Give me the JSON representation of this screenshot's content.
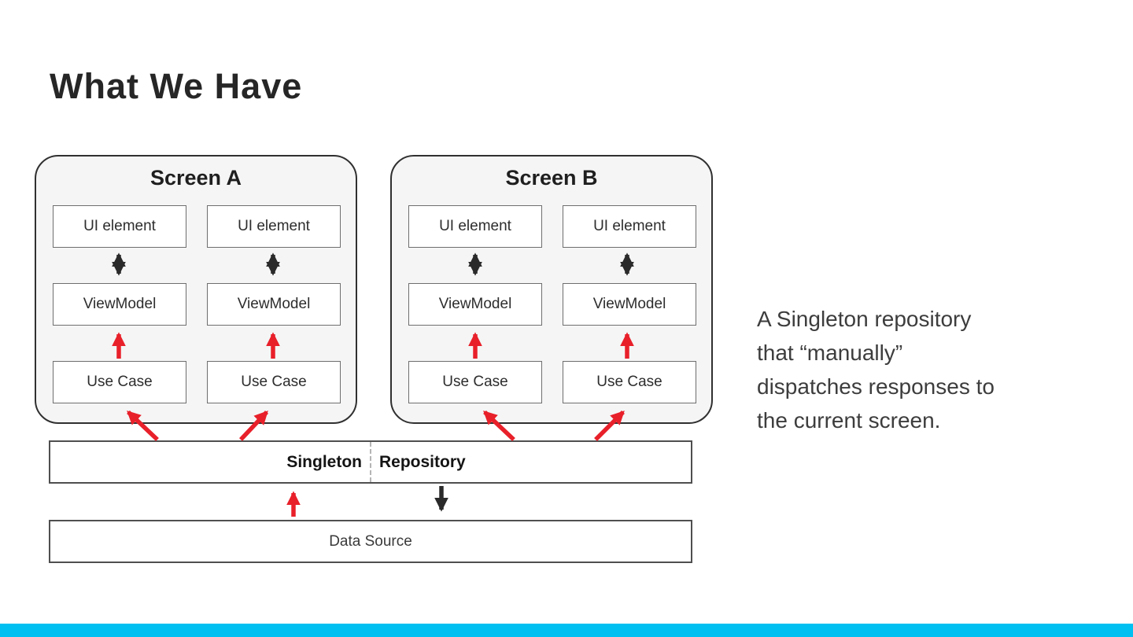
{
  "slide": {
    "title": "What We Have"
  },
  "screens": [
    {
      "title": "Screen A",
      "columns": [
        {
          "cells": [
            "UI element",
            "ViewModel",
            "Use Case"
          ]
        },
        {
          "cells": [
            "UI element",
            "ViewModel",
            "Use Case"
          ]
        }
      ]
    },
    {
      "title": "Screen B",
      "columns": [
        {
          "cells": [
            "UI element",
            "ViewModel",
            "Use Case"
          ]
        },
        {
          "cells": [
            "UI element",
            "ViewModel",
            "Use Case"
          ]
        }
      ]
    }
  ],
  "repository": {
    "label_left": "Singleton",
    "label_right": "Repository"
  },
  "data_source": {
    "label": "Data Source"
  },
  "caption": {
    "lines": [
      "A Singleton repository",
      "that “manually”",
      "dispatches responses to",
      "the current screen."
    ]
  },
  "colors": {
    "arrow_red": "#e8202a",
    "arrow_black": "#2a2a2a",
    "bottom_bar": "#00c0f2",
    "panel_fill": "#f5f5f5"
  }
}
